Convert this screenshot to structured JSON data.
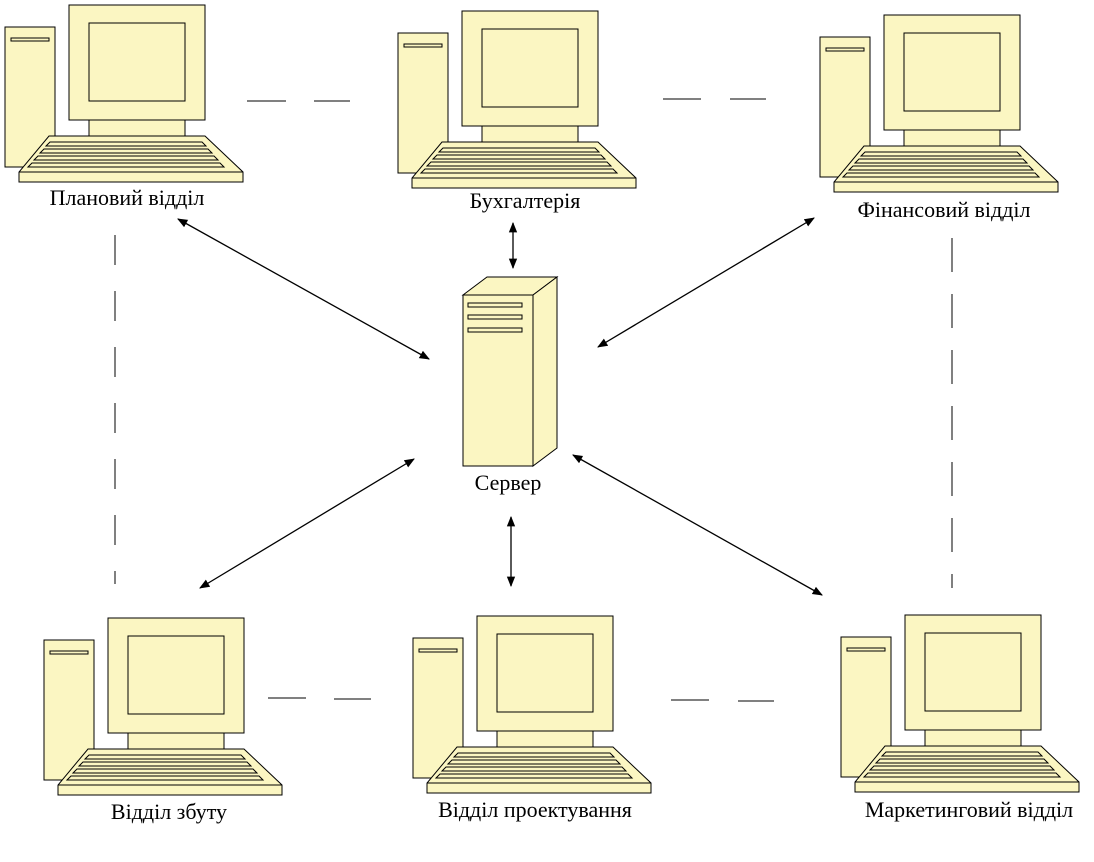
{
  "server": {
    "label": "Сервер"
  },
  "nodes": [
    {
      "id": "planning",
      "label": "Плановий відділ"
    },
    {
      "id": "accounting",
      "label": "Бухгалтерія"
    },
    {
      "id": "finance",
      "label": "Фінансовий відділ"
    },
    {
      "id": "sales",
      "label": "Відділ збуту"
    },
    {
      "id": "design",
      "label": "Відділ проектування"
    },
    {
      "id": "marketing",
      "label": "Маркетинговий відділ"
    }
  ],
  "colors": {
    "fill": "#fbf6c2",
    "stroke": "#000000"
  }
}
